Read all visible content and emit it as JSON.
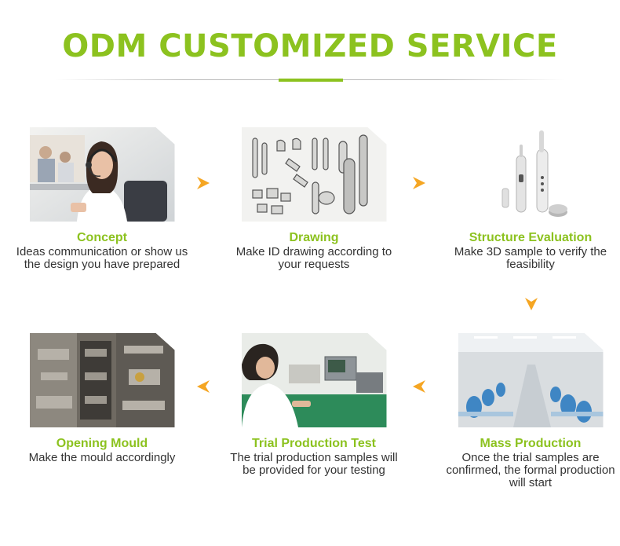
{
  "page": {
    "title": "ODM CUSTOMIZED SERVICE",
    "colors": {
      "accent": "#8cc21f",
      "arrow": "#f5a623",
      "text": "#333333"
    }
  },
  "steps": [
    {
      "name": "Concept",
      "desc": "Ideas communication or show us the design you have prepared",
      "icon": "call-center-photo"
    },
    {
      "name": "Drawing",
      "desc": "Make ID drawing according to your requests",
      "icon": "sketch-photo"
    },
    {
      "name": "Structure Evaluation",
      "desc": "Make 3D sample to verify the feasibility",
      "icon": "3d-sample-photo"
    },
    {
      "name": "Mass Production",
      "desc": "Once the trial samples are confirmed, the formal production will start",
      "icon": "factory-line-photo"
    },
    {
      "name": "Trial Production Test",
      "desc": "The trial production samples will be provided for your testing",
      "icon": "lab-test-photo"
    },
    {
      "name": "Opening Mould",
      "desc": "Make the mould accordingly",
      "icon": "mould-photo"
    }
  ],
  "arrows": [
    "chevron-right-icon",
    "chevron-right-icon",
    "chevron-down-icon",
    "chevron-left-icon",
    "chevron-left-icon"
  ]
}
